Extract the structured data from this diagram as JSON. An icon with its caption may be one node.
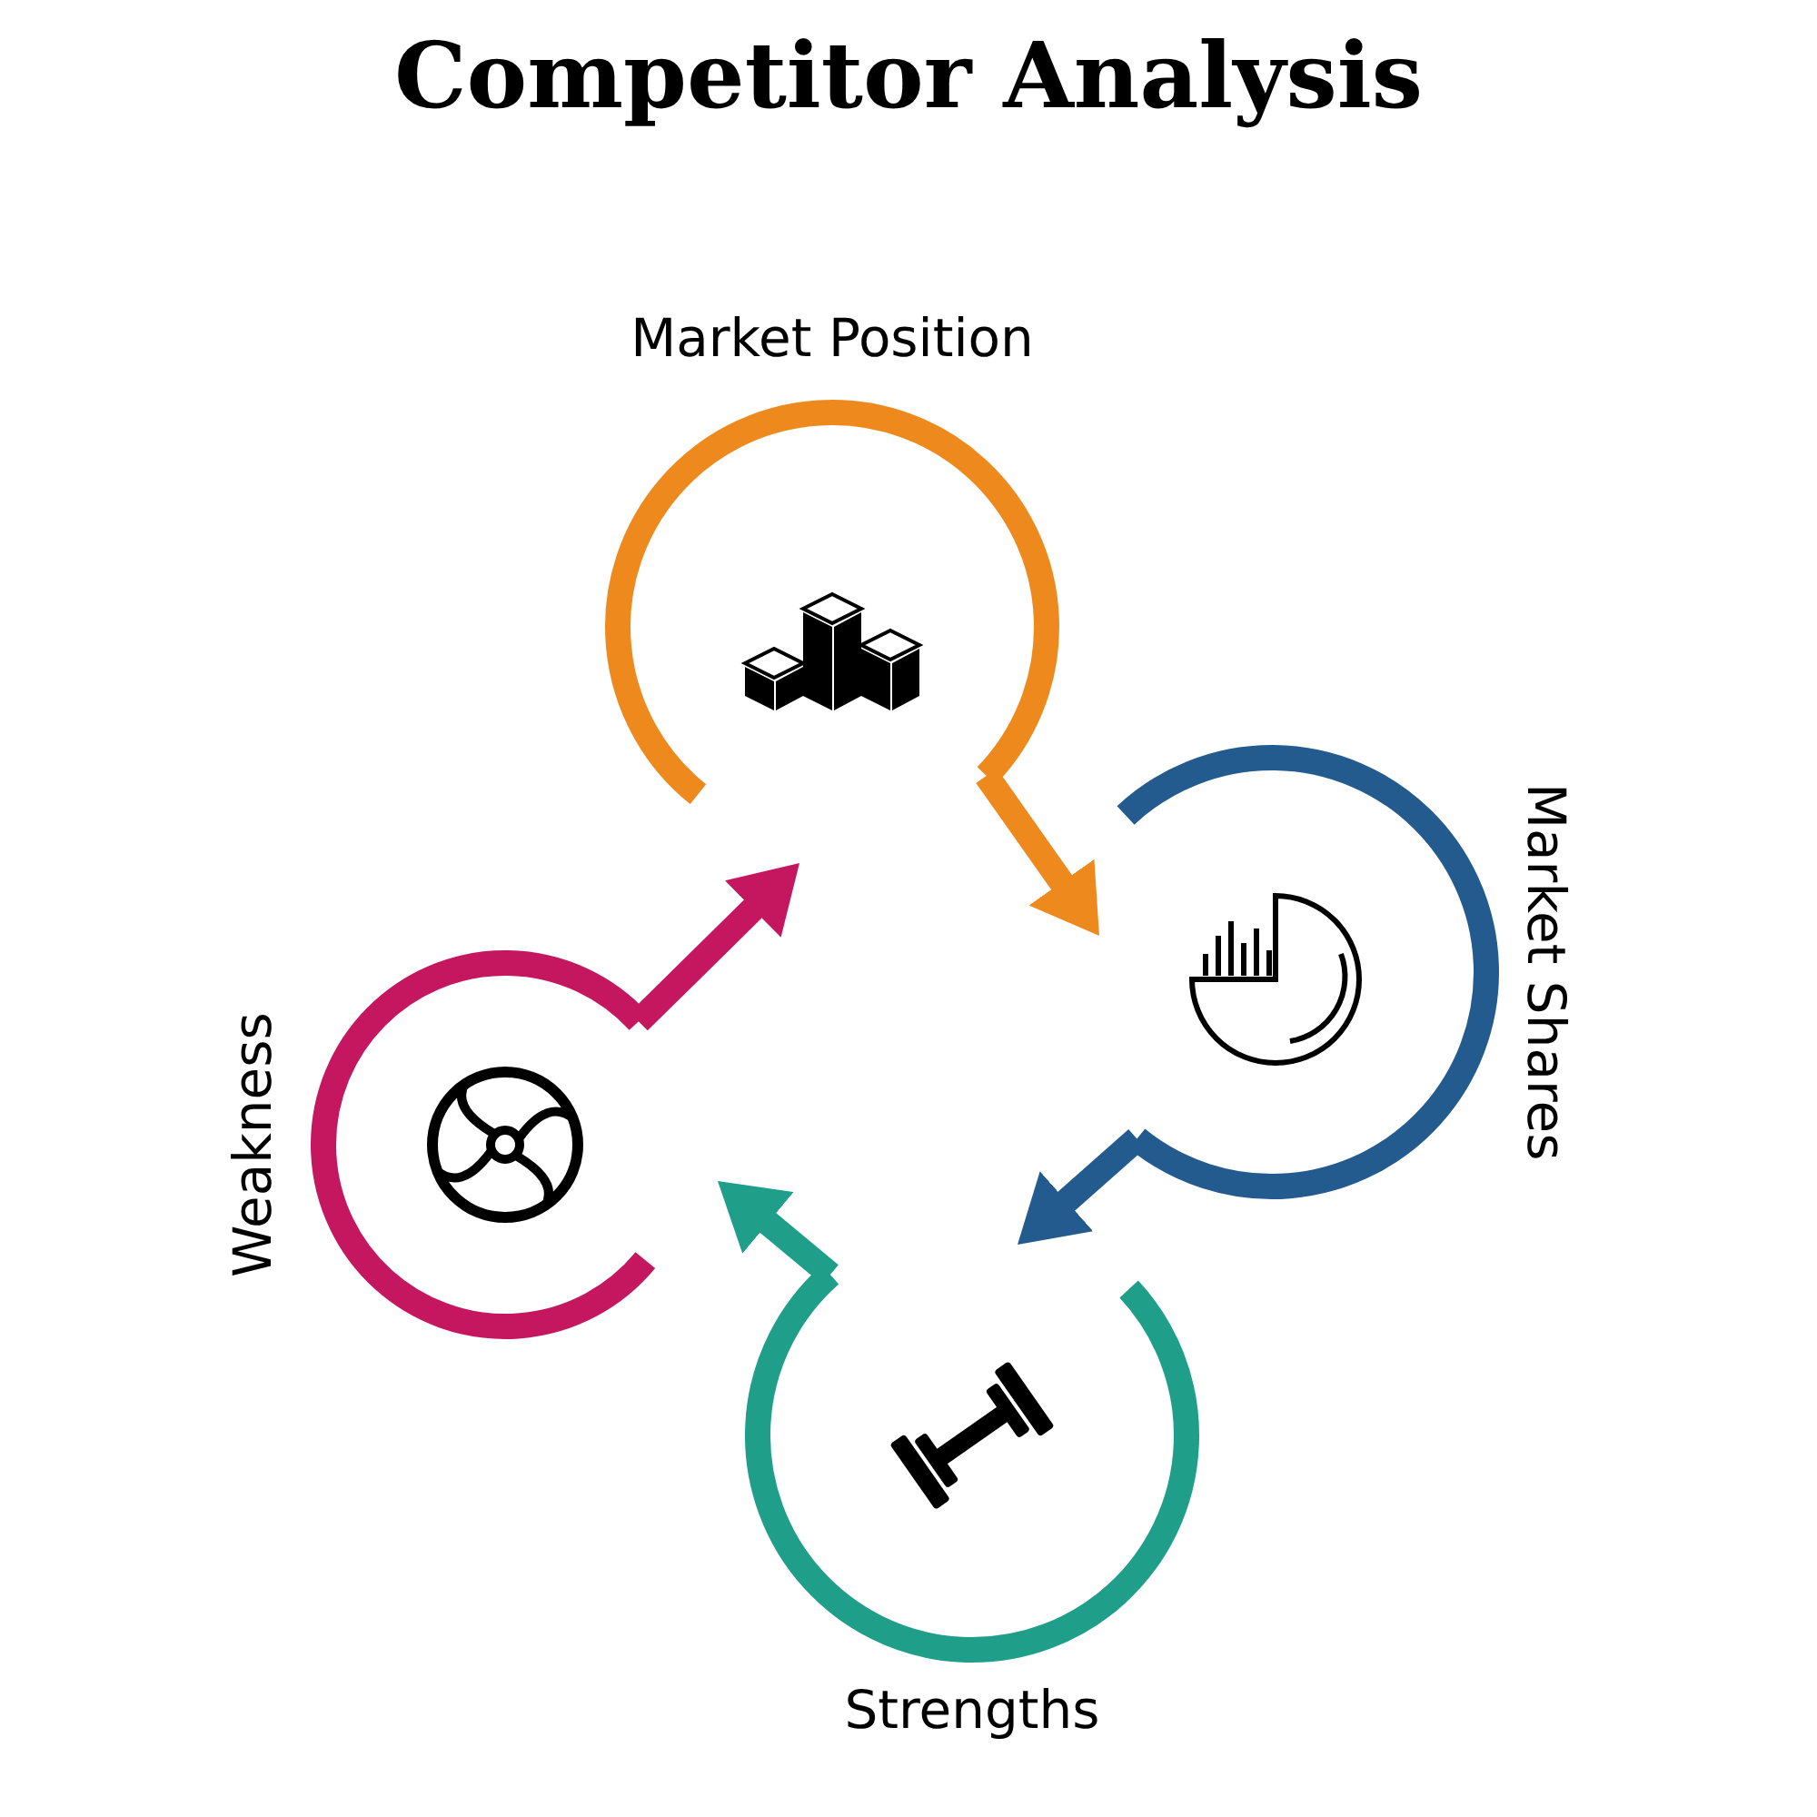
{
  "diagram": {
    "title": "Competitor Analysis",
    "nodes": [
      {
        "text": [
          "Market Position"
        ]
      },
      {
        "text": [
          "Market Shares"
        ]
      },
      {
        "text": [
          "Strengths"
        ]
      },
      {
        "text": [
          "Weakness"
        ]
      }
    ],
    "edges": [
      {
        "from": 0,
        "to": 1,
        "arrow": "to",
        "color": "#ee8a1d"
      },
      {
        "from": 1,
        "to": 2,
        "arrow": "to",
        "color": "#245b8f"
      },
      {
        "from": 2,
        "to": 3,
        "arrow": "to",
        "color": "#1f9e8a"
      },
      {
        "from": 3,
        "to": 0,
        "arrow": "to",
        "color": "#c4175f"
      }
    ]
  }
}
